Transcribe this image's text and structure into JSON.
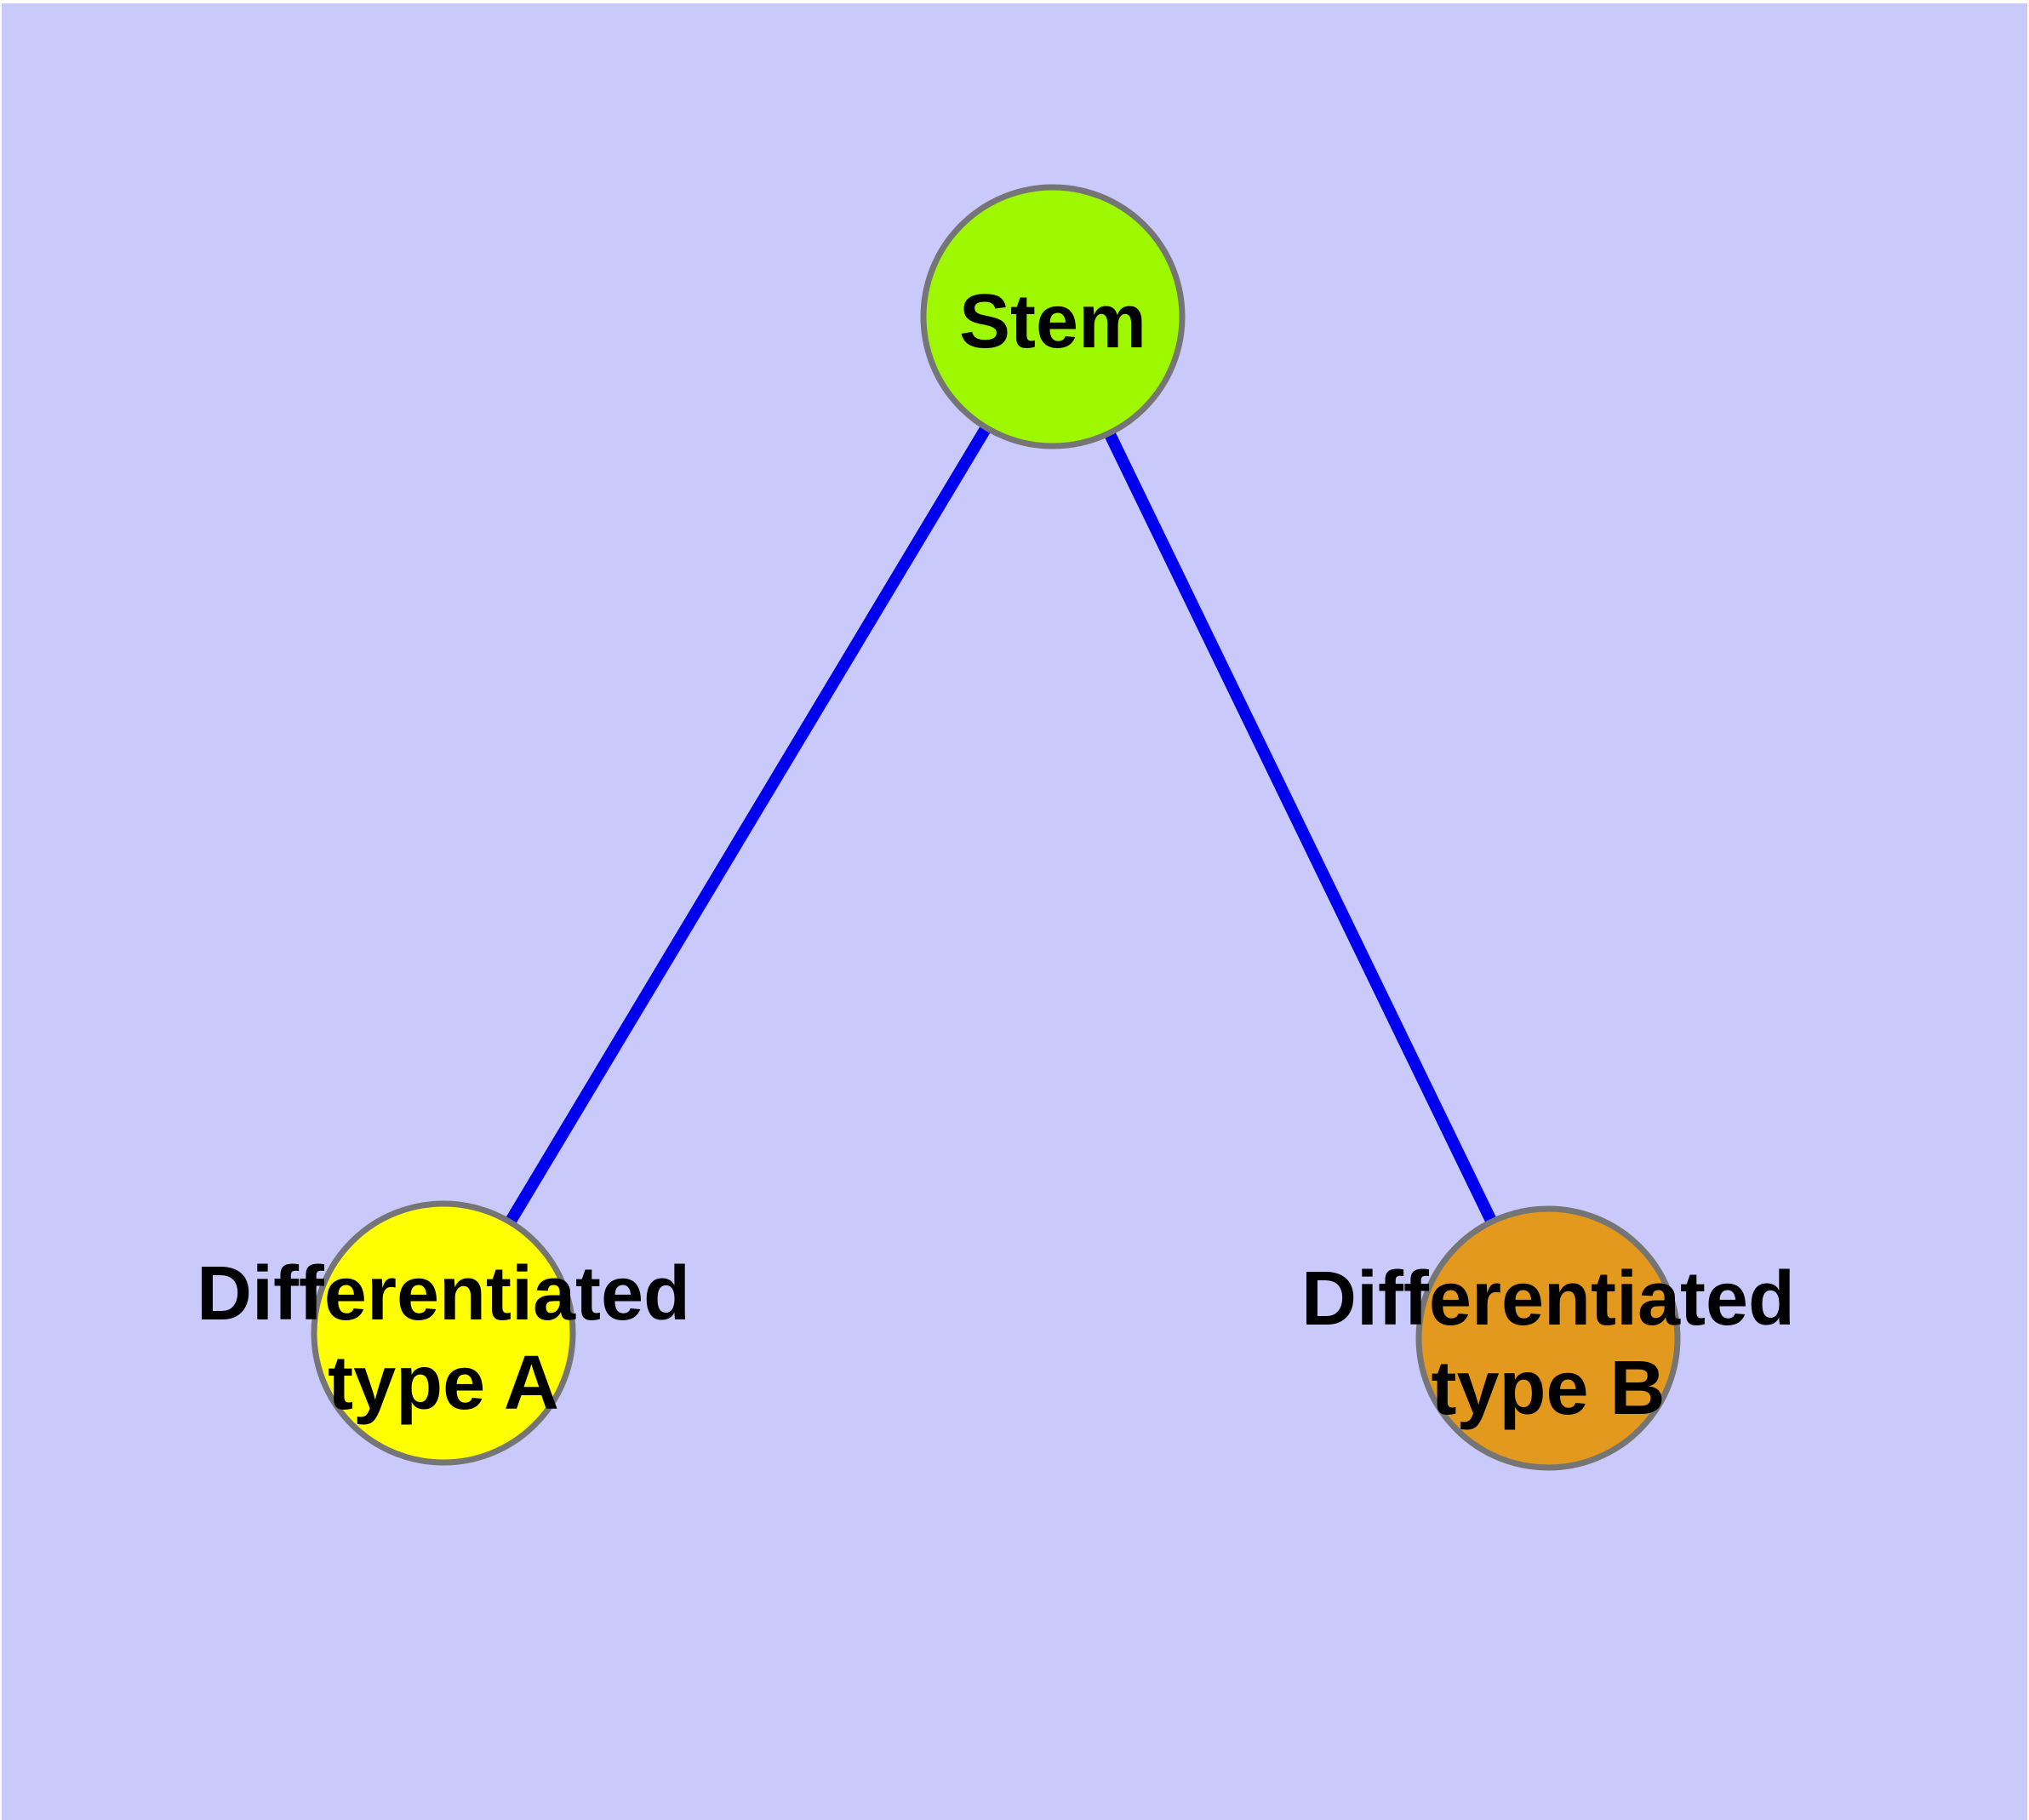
{
  "diagram": {
    "background_color": "#C9C9FC",
    "frame_color": "#FFFFFF",
    "edge_color": "#0000EE",
    "node_border_color": "#757575",
    "label_color": "#000000",
    "nodes": [
      {
        "id": "stem",
        "label": "Stem",
        "fill": "#9DF800"
      },
      {
        "id": "differentiated-type-a",
        "label_line1": "Differentiated",
        "label_line2": "type A",
        "fill": "#FFFF00"
      },
      {
        "id": "differentiated-type-b",
        "label_line1": "Differentiated",
        "label_line2": "type B",
        "fill": "#E3981E"
      }
    ],
    "edges": [
      {
        "from": "Stem",
        "to": "Differentiated type A"
      },
      {
        "from": "Stem",
        "to": "Differentiated type B"
      }
    ]
  }
}
